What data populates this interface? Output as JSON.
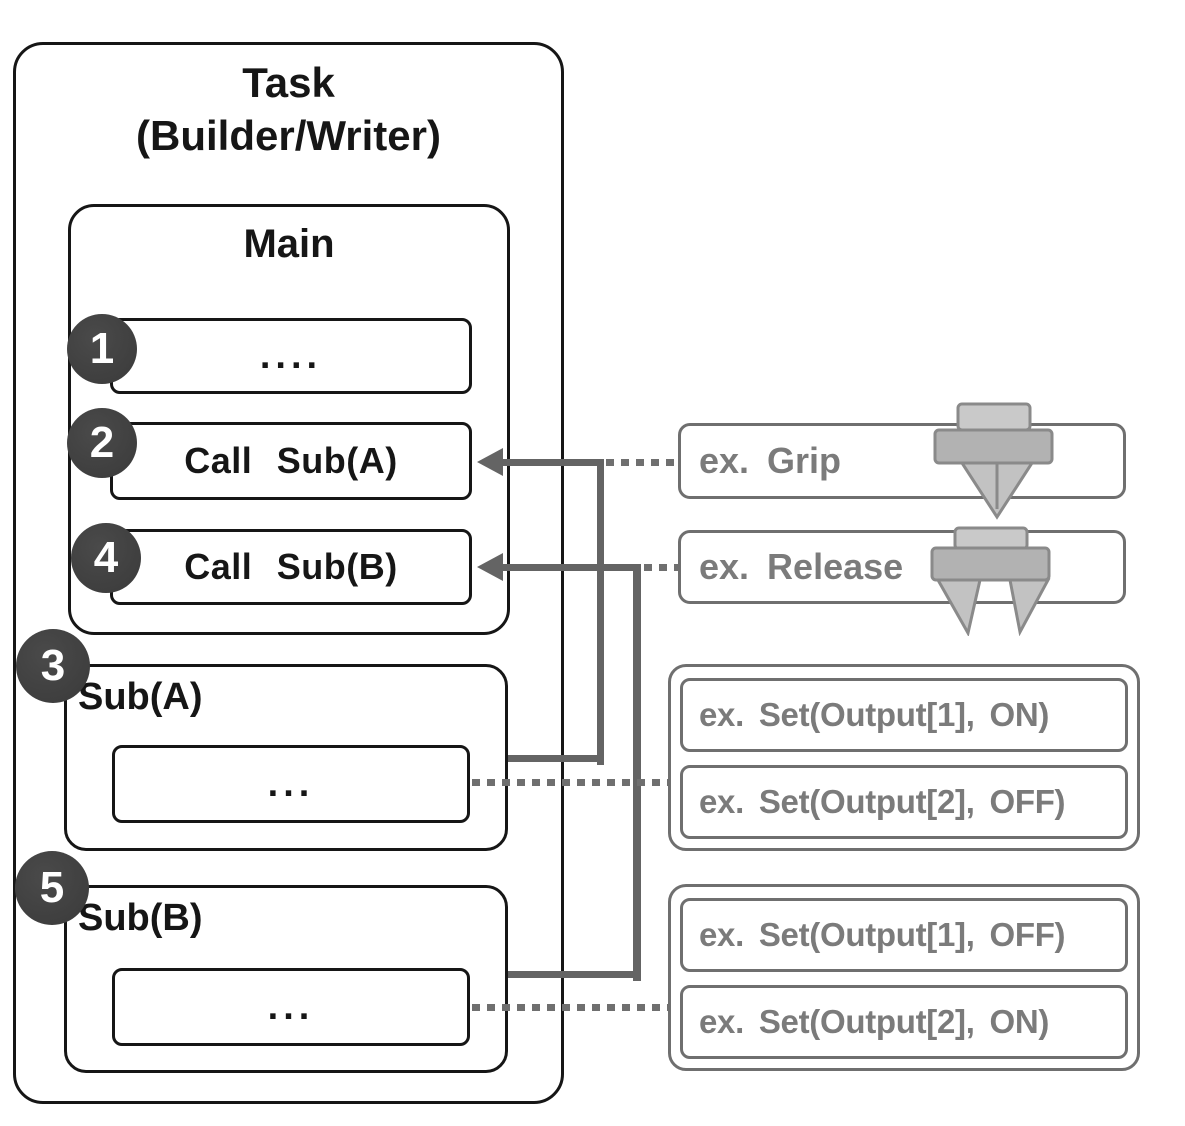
{
  "task": {
    "title_line1": "Task",
    "title_line2": "(Builder/Writer)",
    "main": {
      "title": "Main",
      "items": [
        {
          "step": "1",
          "label": "...."
        },
        {
          "step": "2",
          "label": "Call Sub(A)"
        },
        {
          "step": "4",
          "label": "Call Sub(B)"
        }
      ]
    },
    "subroutines": [
      {
        "step": "3",
        "name": "Sub(A)",
        "body": "..."
      },
      {
        "step": "5",
        "name": "Sub(B)",
        "body": "..."
      }
    ]
  },
  "examples": {
    "grip_label": "ex. Grip",
    "release_label": "ex. Release",
    "group_a": [
      "ex. Set(Output[1], ON)",
      "ex. Set(Output[2], OFF)"
    ],
    "group_b": [
      "ex. Set(Output[1], OFF)",
      "ex. Set(Output[2], ON)"
    ]
  },
  "icons": {
    "grip": "gripper-closed-icon",
    "release": "gripper-open-icon"
  },
  "colors": {
    "outline_black": "#161616",
    "connector_gray": "#646464",
    "example_gray": "#6f6f6f",
    "badge_dark": "#3f3f3f",
    "icon_fill": "#c2c2c2",
    "icon_stroke": "#8a8a8a"
  }
}
